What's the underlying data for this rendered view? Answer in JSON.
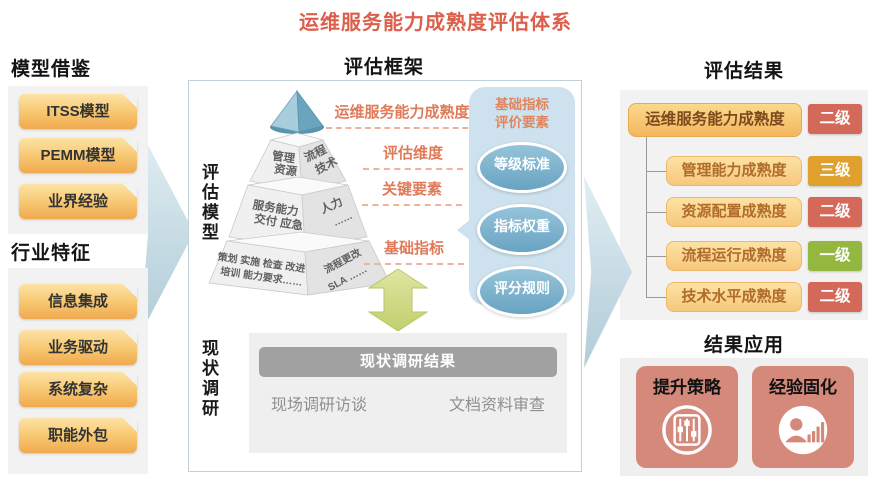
{
  "title": "运维服务能力成熟度评估体系",
  "colors": {
    "title": "#dc5f4b",
    "accent_label": "#e07a58",
    "level_1_green": "#94b83f",
    "level_2_red": "#d4695a",
    "level_3_gold": "#dfa02c",
    "card_salmon": "#d5897b"
  },
  "left": {
    "model_section": {
      "heading": "模型借鉴",
      "items": [
        "ITSS模型",
        "PEMM模型",
        "业界经验"
      ]
    },
    "industry_section": {
      "heading": "行业特征",
      "items": [
        "信息集成",
        "业务驱动",
        "系统复杂",
        "职能外包"
      ]
    }
  },
  "center": {
    "heading": "评估框架",
    "model_label": "评估模型",
    "survey_label": "现状调研",
    "pyramid": {
      "side_labels": [
        "运维服务能力成熟度",
        "评估维度",
        "关键要素",
        "基础指标"
      ],
      "tier2": {
        "left1": "管理",
        "left2": "资源",
        "right1": "流程",
        "right2": "技术"
      },
      "tier3": {
        "left1": "服务能力",
        "left2": "交付 应急",
        "right1": "人力",
        "right2": "……"
      },
      "tier4": {
        "left1": "策划 实施 检查 改进",
        "left2": "培训 能力要求……",
        "right1": "流程更改",
        "right2": "SLA ……"
      }
    },
    "bubble": {
      "title_line1": "基础指标",
      "title_line2": "评价要素",
      "ovals": [
        "等级标准",
        "指标权重",
        "评分规则"
      ]
    },
    "survey": {
      "result_bar": "现状调研结果",
      "methods": [
        "现场调研访谈",
        "文档资料审查"
      ]
    }
  },
  "right": {
    "result_section": {
      "heading": "评估结果",
      "root": {
        "label": "运维服务能力成熟度",
        "level": "二级",
        "level_color": "#d4695a"
      },
      "children": [
        {
          "label": "管理能力成熟度",
          "level": "三级",
          "level_color": "#dfa02c"
        },
        {
          "label": "资源配置成熟度",
          "level": "二级",
          "level_color": "#d4695a"
        },
        {
          "label": "流程运行成熟度",
          "level": "一级",
          "level_color": "#94b83f"
        },
        {
          "label": "技术水平成熟度",
          "level": "二级",
          "level_color": "#d4695a"
        }
      ]
    },
    "application_section": {
      "heading": "结果应用",
      "cards": [
        {
          "label": "提升策略",
          "icon": "sliders-icon"
        },
        {
          "label": "经验固化",
          "icon": "person-chart-icon"
        }
      ]
    }
  }
}
